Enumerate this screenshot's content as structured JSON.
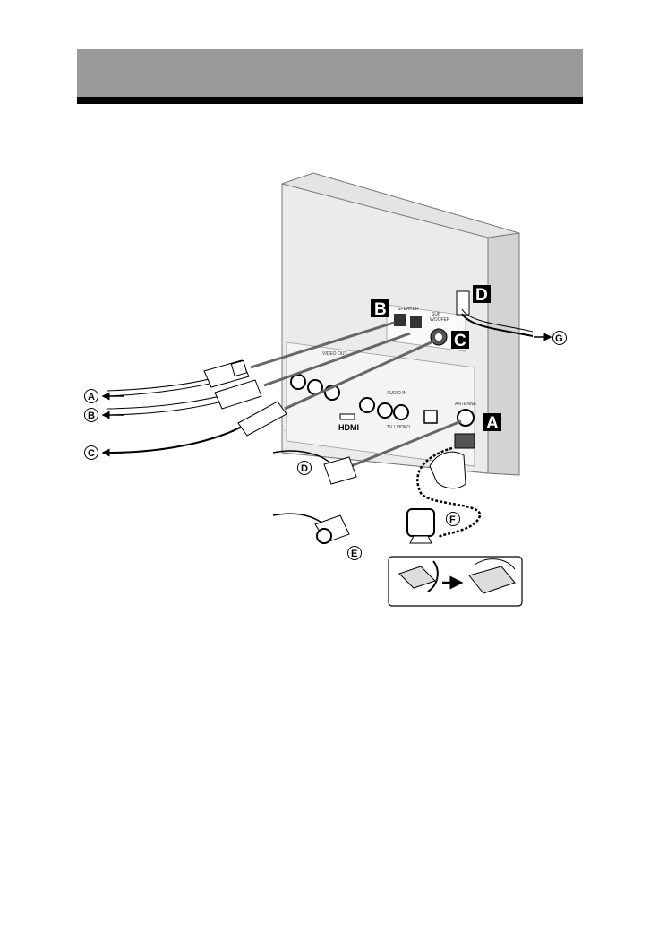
{
  "panel": {
    "speaker": "SPEAKER",
    "subwoofer_1": "SUB",
    "subwoofer_2": "WOOFER",
    "video_out": "VIDEO OUT",
    "audio_in": "AUDIO IN",
    "tv_video": "TV / VIDEO",
    "hdmi": "HDMI",
    "antenna": "ANTENNA"
  },
  "box_labels": {
    "a": "A",
    "b": "B",
    "c": "C",
    "d": "D"
  },
  "circle_labels": {
    "a": "A",
    "b": "B",
    "c": "C",
    "d": "D",
    "e": "E",
    "f": "F",
    "g": "G"
  }
}
